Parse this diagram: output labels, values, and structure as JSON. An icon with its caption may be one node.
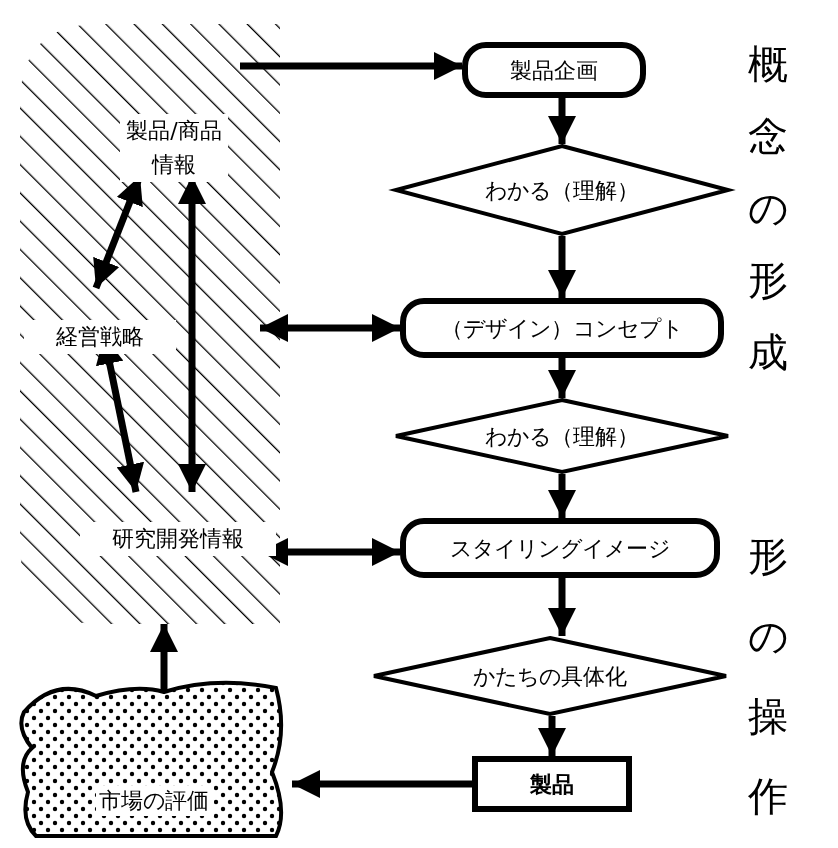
{
  "diagram": {
    "nodes": [
      {
        "text": [],
        "shape": "box"
      },
      {
        "text": [
          "製品/商品情報"
        ],
        "in": 0
      },
      {
        "text": [
          "経営戦略"
        ],
        "in": 0
      },
      {
        "text": [
          "研究開発情報"
        ],
        "in": 0
      },
      {
        "text": [
          "製品企画"
        ]
      },
      {
        "text": [
          "わかる（理解）"
        ]
      },
      {
        "text": [
          "（デザイン）コンセプト"
        ]
      },
      {
        "text": [
          "わかる（理解）"
        ]
      },
      {
        "text": [
          "スタイリングイメージ"
        ]
      },
      {
        "text": [
          "かたちの具体化"
        ]
      },
      {
        "text": [
          "製品"
        ]
      },
      {
        "text": [
          "市場の評価"
        ]
      }
    ],
    "edges": [
      {
        "from": 0,
        "to": 4,
        "arrow": "to"
      },
      {
        "from": 4,
        "to": 5,
        "arrow": "to"
      },
      {
        "from": 5,
        "to": 6,
        "arrow": "to"
      },
      {
        "from": 6,
        "to": 7,
        "arrow": "to"
      },
      {
        "from": 7,
        "to": 8,
        "arrow": "to"
      },
      {
        "from": 8,
        "to": 9,
        "arrow": "to"
      },
      {
        "from": 9,
        "to": 10,
        "arrow": "to"
      },
      {
        "from": 10,
        "to": 11,
        "arrow": "to"
      },
      {
        "from": 11,
        "to": 0,
        "arrow": "to"
      },
      {
        "from": 0,
        "to": 6,
        "arrow": "both"
      },
      {
        "from": 0,
        "to": 8,
        "arrow": "both"
      },
      {
        "from": 1,
        "to": 2,
        "arrow": "both"
      },
      {
        "from": 1,
        "to": 3,
        "arrow": "both"
      },
      {
        "from": 2,
        "to": 3,
        "arrow": "both"
      }
    ],
    "labels": [
      "概念の形成",
      "形の操作"
    ]
  }
}
